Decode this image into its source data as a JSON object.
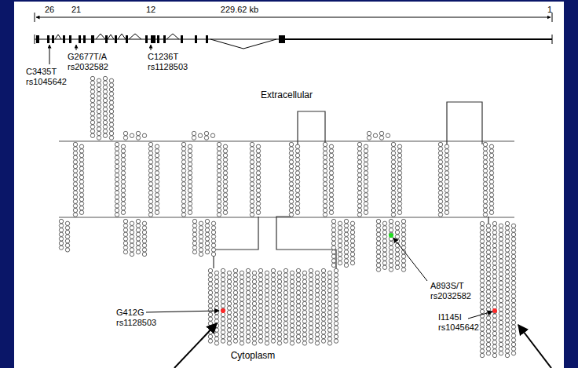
{
  "diagram": {
    "labels": [
      "26",
      "21",
      "12",
      "229.62 kb",
      "1",
      "C3435T",
      "rs1045642",
      "G2677T/A",
      "rs2032582",
      "C1236T",
      "rs1128503",
      "Extracellular",
      "A893S/T",
      "rs2032582",
      "G412G",
      "rs1128503",
      "I1145I",
      "rs1045642",
      "Cytoplasm"
    ]
  }
}
